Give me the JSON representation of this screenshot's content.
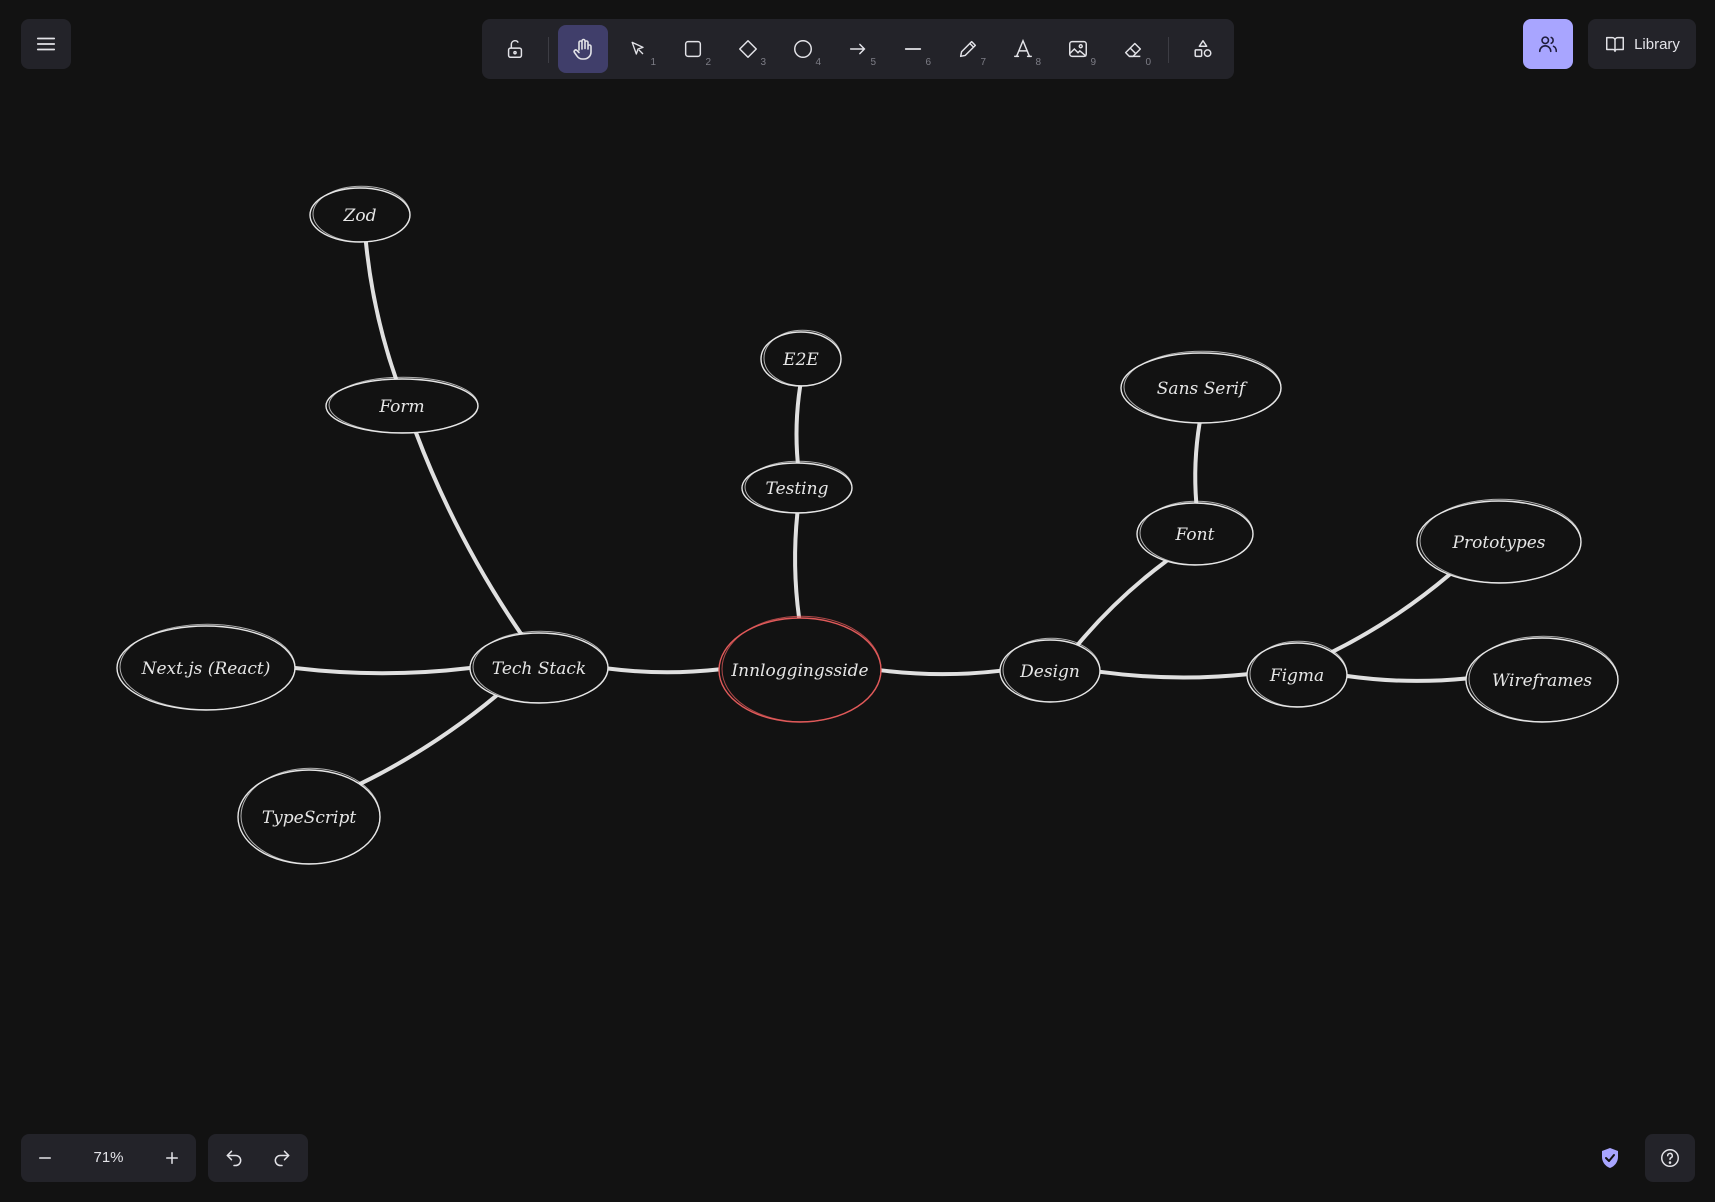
{
  "toolbar": {
    "tools": [
      {
        "name": "lock-tool",
        "icon": "lock-open-icon",
        "key": ""
      },
      {
        "name": "hand-tool",
        "icon": "hand-icon",
        "key": "",
        "active": true
      },
      {
        "name": "selection-tool",
        "icon": "pointer-icon",
        "key": "1"
      },
      {
        "name": "rectangle-tool",
        "icon": "rectangle-icon",
        "key": "2"
      },
      {
        "name": "diamond-tool",
        "icon": "diamond-icon",
        "key": "3"
      },
      {
        "name": "ellipse-tool",
        "icon": "ellipse-icon",
        "key": "4"
      },
      {
        "name": "arrow-tool",
        "icon": "arrow-icon",
        "key": "5"
      },
      {
        "name": "line-tool",
        "icon": "line-icon",
        "key": "6"
      },
      {
        "name": "draw-tool",
        "icon": "pencil-icon",
        "key": "7"
      },
      {
        "name": "text-tool",
        "icon": "text-icon",
        "key": "8"
      },
      {
        "name": "image-tool",
        "icon": "image-icon",
        "key": "9"
      },
      {
        "name": "eraser-tool",
        "icon": "eraser-icon",
        "key": "0"
      },
      {
        "name": "more-tools",
        "icon": "shapes-icon",
        "key": ""
      }
    ]
  },
  "header": {
    "library_label": "Library"
  },
  "footer": {
    "zoom_label": "71%"
  },
  "colors": {
    "background": "#121212",
    "panel": "#232329",
    "active_tool": "#403e6a",
    "accent": "#a8a5ff",
    "selected_node_stroke": "#e05a5a",
    "node_stroke": "#e6e6e6"
  },
  "mindmap": {
    "nodes": [
      {
        "id": "zod",
        "label": "Zod"
      },
      {
        "id": "form",
        "label": "Form"
      },
      {
        "id": "e2e",
        "label": "E2E"
      },
      {
        "id": "testing",
        "label": "Testing"
      },
      {
        "id": "sans-serif",
        "label": "Sans Serif"
      },
      {
        "id": "font",
        "label": "Font"
      },
      {
        "id": "prototypes",
        "label": "Prototypes"
      },
      {
        "id": "nextjs",
        "label": "Next.js (React)"
      },
      {
        "id": "tech-stack",
        "label": "Tech Stack"
      },
      {
        "id": "innlogging",
        "label": "Innloggingsside",
        "selected": true
      },
      {
        "id": "design",
        "label": "Design"
      },
      {
        "id": "figma",
        "label": "Figma"
      },
      {
        "id": "wireframes",
        "label": "Wireframes"
      },
      {
        "id": "typescript",
        "label": "TypeScript"
      }
    ],
    "edges": [
      [
        "zod",
        "form"
      ],
      [
        "form",
        "tech-stack"
      ],
      [
        "nextjs",
        "tech-stack"
      ],
      [
        "typescript",
        "tech-stack"
      ],
      [
        "tech-stack",
        "innlogging"
      ],
      [
        "e2e",
        "testing"
      ],
      [
        "testing",
        "innlogging"
      ],
      [
        "innlogging",
        "design"
      ],
      [
        "sans-serif",
        "font"
      ],
      [
        "font",
        "design"
      ],
      [
        "design",
        "figma"
      ],
      [
        "figma",
        "prototypes"
      ],
      [
        "figma",
        "wireframes"
      ]
    ]
  }
}
